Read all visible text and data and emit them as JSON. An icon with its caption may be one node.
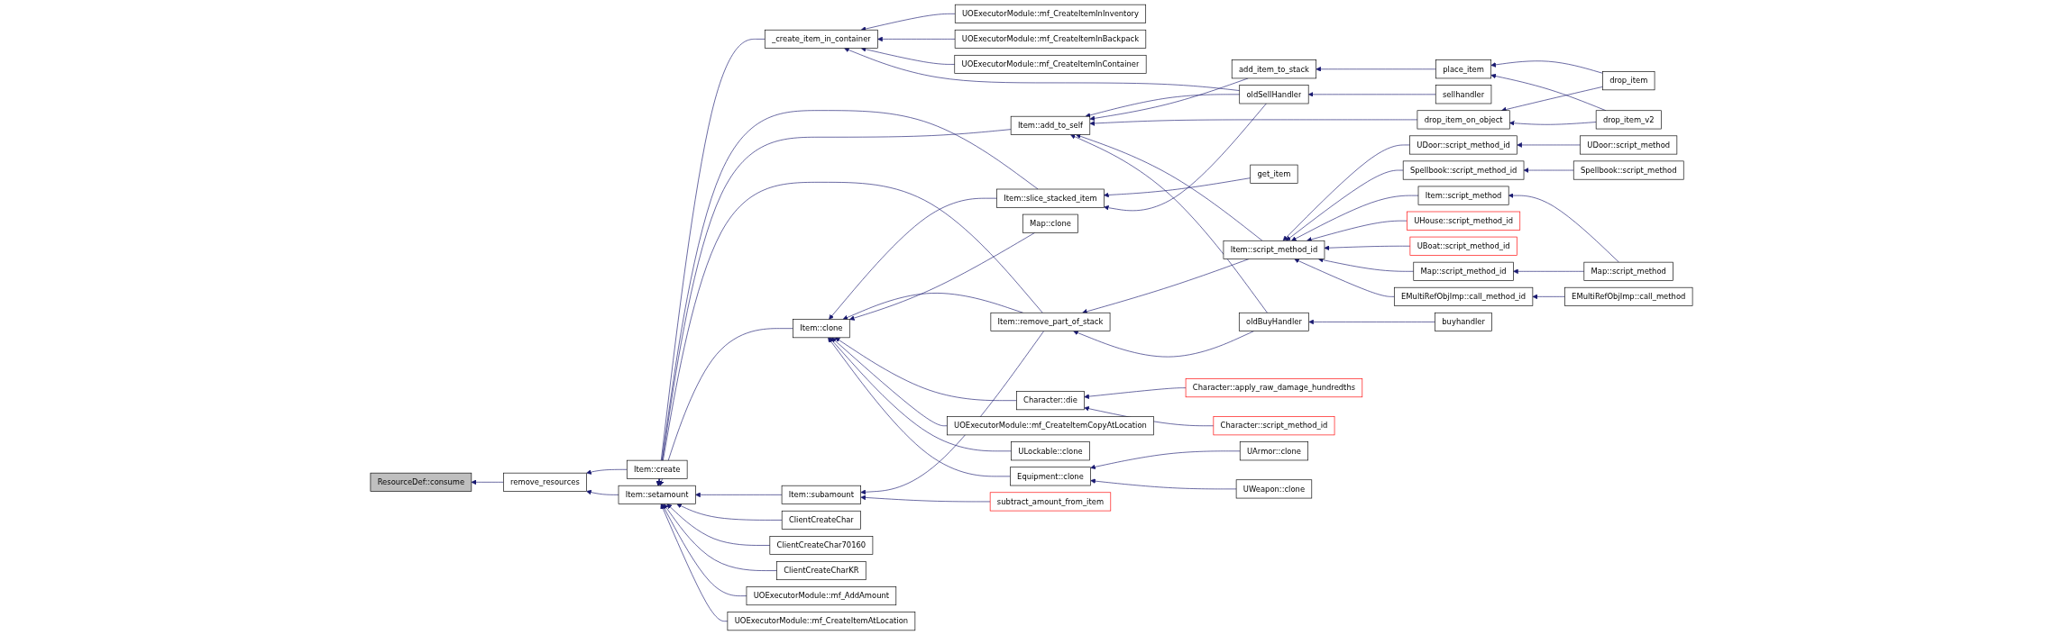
{
  "diagram": {
    "nodes": [
      {
        "text": [
          "ResourceDef::consume"
        ]
      },
      {
        "text": [
          "remove_resources"
        ]
      },
      {
        "text": [
          "Item::create"
        ]
      },
      {
        "text": [
          "Item::setamount"
        ]
      },
      {
        "text": [
          "_create_item_in_container"
        ]
      },
      {
        "text": [
          "UOExecutorModule::mf_CreateItemInInventory"
        ]
      },
      {
        "text": [
          "UOExecutorModule::mf_CreateItemInBackpack"
        ]
      },
      {
        "text": [
          "UOExecutorModule::mf_CreateItemInContainer"
        ]
      },
      {
        "text": [
          "Item::slice_stacked_item"
        ]
      },
      {
        "text": [
          "Item::add_to_self"
        ]
      },
      {
        "text": [
          "Item::remove_part_of_stack"
        ]
      },
      {
        "text": [
          "Item::clone"
        ]
      },
      {
        "text": [
          "Map::clone"
        ]
      },
      {
        "text": [
          "Item::subamount"
        ]
      },
      {
        "text": [
          "Character::die"
        ]
      },
      {
        "text": [
          "ClientCreateChar"
        ]
      },
      {
        "text": [
          "UOExecutorModule::mf_CreateItemCopyAtLocation"
        ]
      },
      {
        "text": [
          "ClientCreateChar70160"
        ]
      },
      {
        "text": [
          "ULockable::clone"
        ]
      },
      {
        "text": [
          "ClientCreateCharKR"
        ]
      },
      {
        "text": [
          "Equipment::clone"
        ]
      },
      {
        "text": [
          "UOExecutorModule::mf_AddAmount"
        ]
      },
      {
        "text": [
          "subtract_amount_from_item"
        ]
      },
      {
        "text": [
          "UOExecutorModule::mf_CreateItemAtLocation"
        ]
      },
      {
        "text": [
          "get_item"
        ]
      },
      {
        "text": [
          "oldSellHandler"
        ]
      },
      {
        "text": [
          "add_item_to_stack"
        ]
      },
      {
        "text": [
          "Item::script_method_id"
        ]
      },
      {
        "text": [
          "oldBuyHandler"
        ]
      },
      {
        "text": [
          "Character::apply_raw_damage_hundredths"
        ]
      },
      {
        "text": [
          "Character::script_method_id"
        ]
      },
      {
        "text": [
          "UArmor::clone"
        ]
      },
      {
        "text": [
          "UWeapon::clone"
        ]
      },
      {
        "text": [
          "sellhandler"
        ]
      },
      {
        "text": [
          "place_item"
        ]
      },
      {
        "text": [
          "drop_item_on_object"
        ]
      },
      {
        "text": [
          "UDoor::script_method_id"
        ]
      },
      {
        "text": [
          "Spellbook::script_method_id"
        ]
      },
      {
        "text": [
          "Item::script_method"
        ]
      },
      {
        "text": [
          "UHouse::script_method_id"
        ]
      },
      {
        "text": [
          "UBoat::script_method_id"
        ]
      },
      {
        "text": [
          "Map::script_method_id"
        ]
      },
      {
        "text": [
          "EMultiRefObjImp::call_method_id"
        ]
      },
      {
        "text": [
          "buyhandler"
        ]
      },
      {
        "text": [
          "drop_item"
        ]
      },
      {
        "text": [
          "drop_item_v2"
        ]
      },
      {
        "text": [
          "UDoor::script_method"
        ]
      },
      {
        "text": [
          "Spellbook::script_method"
        ]
      },
      {
        "text": [
          "Map::script_method"
        ]
      },
      {
        "text": [
          "EMultiRefObjImp::call_method"
        ]
      }
    ],
    "edges": [
      {
        "from": 1,
        "to": 0,
        "arrow": "to"
      },
      {
        "from": 2,
        "to": 1,
        "arrow": "to"
      },
      {
        "from": 3,
        "to": 1,
        "arrow": "to"
      },
      {
        "from": 4,
        "to": 3,
        "arrow": "to"
      },
      {
        "from": 8,
        "to": 3,
        "arrow": "to"
      },
      {
        "from": 9,
        "to": 3,
        "arrow": "to"
      },
      {
        "from": 10,
        "to": 3,
        "arrow": "to"
      },
      {
        "from": 11,
        "to": 3,
        "arrow": "to"
      },
      {
        "from": 13,
        "to": 3,
        "arrow": "to"
      },
      {
        "from": 15,
        "to": 3,
        "arrow": "to"
      },
      {
        "from": 17,
        "to": 3,
        "arrow": "to"
      },
      {
        "from": 19,
        "to": 3,
        "arrow": "to"
      },
      {
        "from": 21,
        "to": 3,
        "arrow": "to"
      },
      {
        "from": 23,
        "to": 3,
        "arrow": "to"
      },
      {
        "from": 5,
        "to": 4,
        "arrow": "to"
      },
      {
        "from": 6,
        "to": 4,
        "arrow": "to"
      },
      {
        "from": 7,
        "to": 4,
        "arrow": "to"
      },
      {
        "from": 25,
        "to": 4,
        "arrow": "to"
      },
      {
        "from": 24,
        "to": 8,
        "arrow": "to"
      },
      {
        "from": 25,
        "to": 8,
        "arrow": "to"
      },
      {
        "from": 25,
        "to": 9,
        "arrow": "to"
      },
      {
        "from": 26,
        "to": 9,
        "arrow": "to"
      },
      {
        "from": 35,
        "to": 9,
        "arrow": "to"
      },
      {
        "from": 27,
        "to": 9,
        "arrow": "to"
      },
      {
        "from": 28,
        "to": 9,
        "arrow": "to"
      },
      {
        "from": 27,
        "to": 10,
        "arrow": "to"
      },
      {
        "from": 28,
        "to": 10,
        "arrow": "to"
      },
      {
        "from": 8,
        "to": 11,
        "arrow": "to"
      },
      {
        "from": 10,
        "to": 11,
        "arrow": "to"
      },
      {
        "from": 12,
        "to": 11,
        "arrow": "to"
      },
      {
        "from": 14,
        "to": 11,
        "arrow": "to"
      },
      {
        "from": 16,
        "to": 11,
        "arrow": "to"
      },
      {
        "from": 18,
        "to": 11,
        "arrow": "to"
      },
      {
        "from": 20,
        "to": 11,
        "arrow": "to"
      },
      {
        "from": 10,
        "to": 13,
        "arrow": "to"
      },
      {
        "from": 22,
        "to": 13,
        "arrow": "to"
      },
      {
        "from": 29,
        "to": 14,
        "arrow": "to"
      },
      {
        "from": 30,
        "to": 14,
        "arrow": "to"
      },
      {
        "from": 31,
        "to": 20,
        "arrow": "to"
      },
      {
        "from": 32,
        "to": 20,
        "arrow": "to"
      },
      {
        "from": 33,
        "to": 25,
        "arrow": "to"
      },
      {
        "from": 34,
        "to": 26,
        "arrow": "to"
      },
      {
        "from": 36,
        "to": 27,
        "arrow": "to"
      },
      {
        "from": 37,
        "to": 27,
        "arrow": "to"
      },
      {
        "from": 38,
        "to": 27,
        "arrow": "to"
      },
      {
        "from": 39,
        "to": 27,
        "arrow": "to"
      },
      {
        "from": 40,
        "to": 27,
        "arrow": "to"
      },
      {
        "from": 41,
        "to": 27,
        "arrow": "to"
      },
      {
        "from": 42,
        "to": 27,
        "arrow": "to"
      },
      {
        "from": 43,
        "to": 28,
        "arrow": "to"
      },
      {
        "from": 44,
        "to": 34,
        "arrow": "to"
      },
      {
        "from": 45,
        "to": 34,
        "arrow": "to"
      },
      {
        "from": 44,
        "to": 35,
        "arrow": "to"
      },
      {
        "from": 45,
        "to": 35,
        "arrow": "to"
      },
      {
        "from": 46,
        "to": 36,
        "arrow": "to"
      },
      {
        "from": 47,
        "to": 37,
        "arrow": "to"
      },
      {
        "from": 48,
        "to": 38,
        "arrow": "to"
      },
      {
        "from": 48,
        "to": 41,
        "arrow": "to"
      },
      {
        "from": 49,
        "to": 42,
        "arrow": "to"
      }
    ]
  }
}
